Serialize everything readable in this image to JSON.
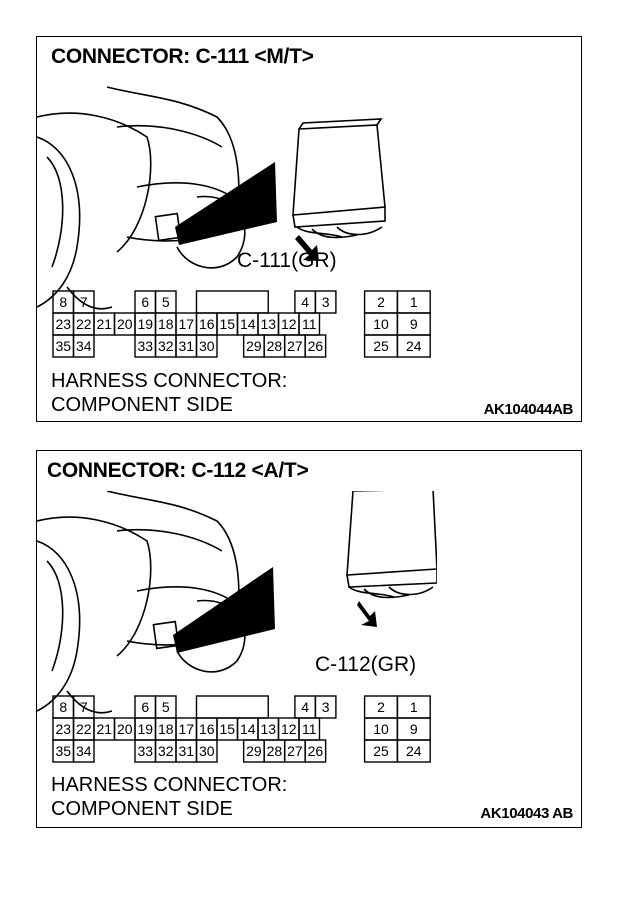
{
  "panels": [
    {
      "title": "CONNECTOR: C-111 <M/T>",
      "callout": "C-111(GR)",
      "harness_line1": "HARNESS CONNECTOR:",
      "harness_line2": "COMPONENT SIDE",
      "code": "AK104044AB"
    },
    {
      "title": "CONNECTOR: C-112 <A/T>",
      "callout": "C-112(GR)",
      "harness_line1": "HARNESS CONNECTOR:",
      "harness_line2": "COMPONENT SIDE",
      "code": "AK104043 AB"
    }
  ],
  "connector": {
    "row1": [
      "8",
      "7",
      "6",
      "5",
      "4",
      "3",
      "2",
      "1"
    ],
    "row2": [
      "23",
      "22",
      "21",
      "20",
      "19",
      "18",
      "17",
      "16",
      "15",
      "14",
      "13",
      "12",
      "11",
      "10",
      "9"
    ],
    "row3": [
      "35",
      "34",
      "33",
      "32",
      "31",
      "30",
      "29",
      "28",
      "27",
      "26",
      "25",
      "24"
    ]
  },
  "colors": {
    "line": "#000000",
    "background": "#ffffff"
  }
}
